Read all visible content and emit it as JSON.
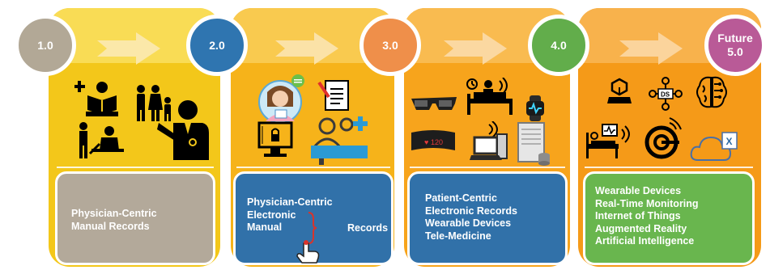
{
  "stages": [
    {
      "label": "1.0",
      "lines": [
        "Physician-Centric",
        "Manual Records"
      ]
    },
    {
      "label": "2.0",
      "lines": [
        "Physician-Centric",
        "Electronic",
        "Manual",
        "Records"
      ]
    },
    {
      "label": "3.0",
      "lines": [
        "Patient-Centric",
        "Electronic Records",
        "Wearable Devices",
        "Tele-Medicine"
      ]
    },
    {
      "label": "4.0",
      "lines": [
        "Wearable Devices",
        "Real-Time Monitoring",
        "Internet of Things",
        "Augmented Reality",
        "Artificial Intelligence"
      ]
    },
    {
      "label_line1": "Future",
      "label_line2": "5.0"
    }
  ],
  "icon_texts": {
    "heart_rate": "120",
    "database": "DS",
    "excel": "X"
  },
  "colors": {
    "stage1": "#b2a896",
    "stage2": "#2f75b0",
    "stage3": "#ef8f4a",
    "stage4": "#62ad4b",
    "stage5": "#b95a97"
  }
}
